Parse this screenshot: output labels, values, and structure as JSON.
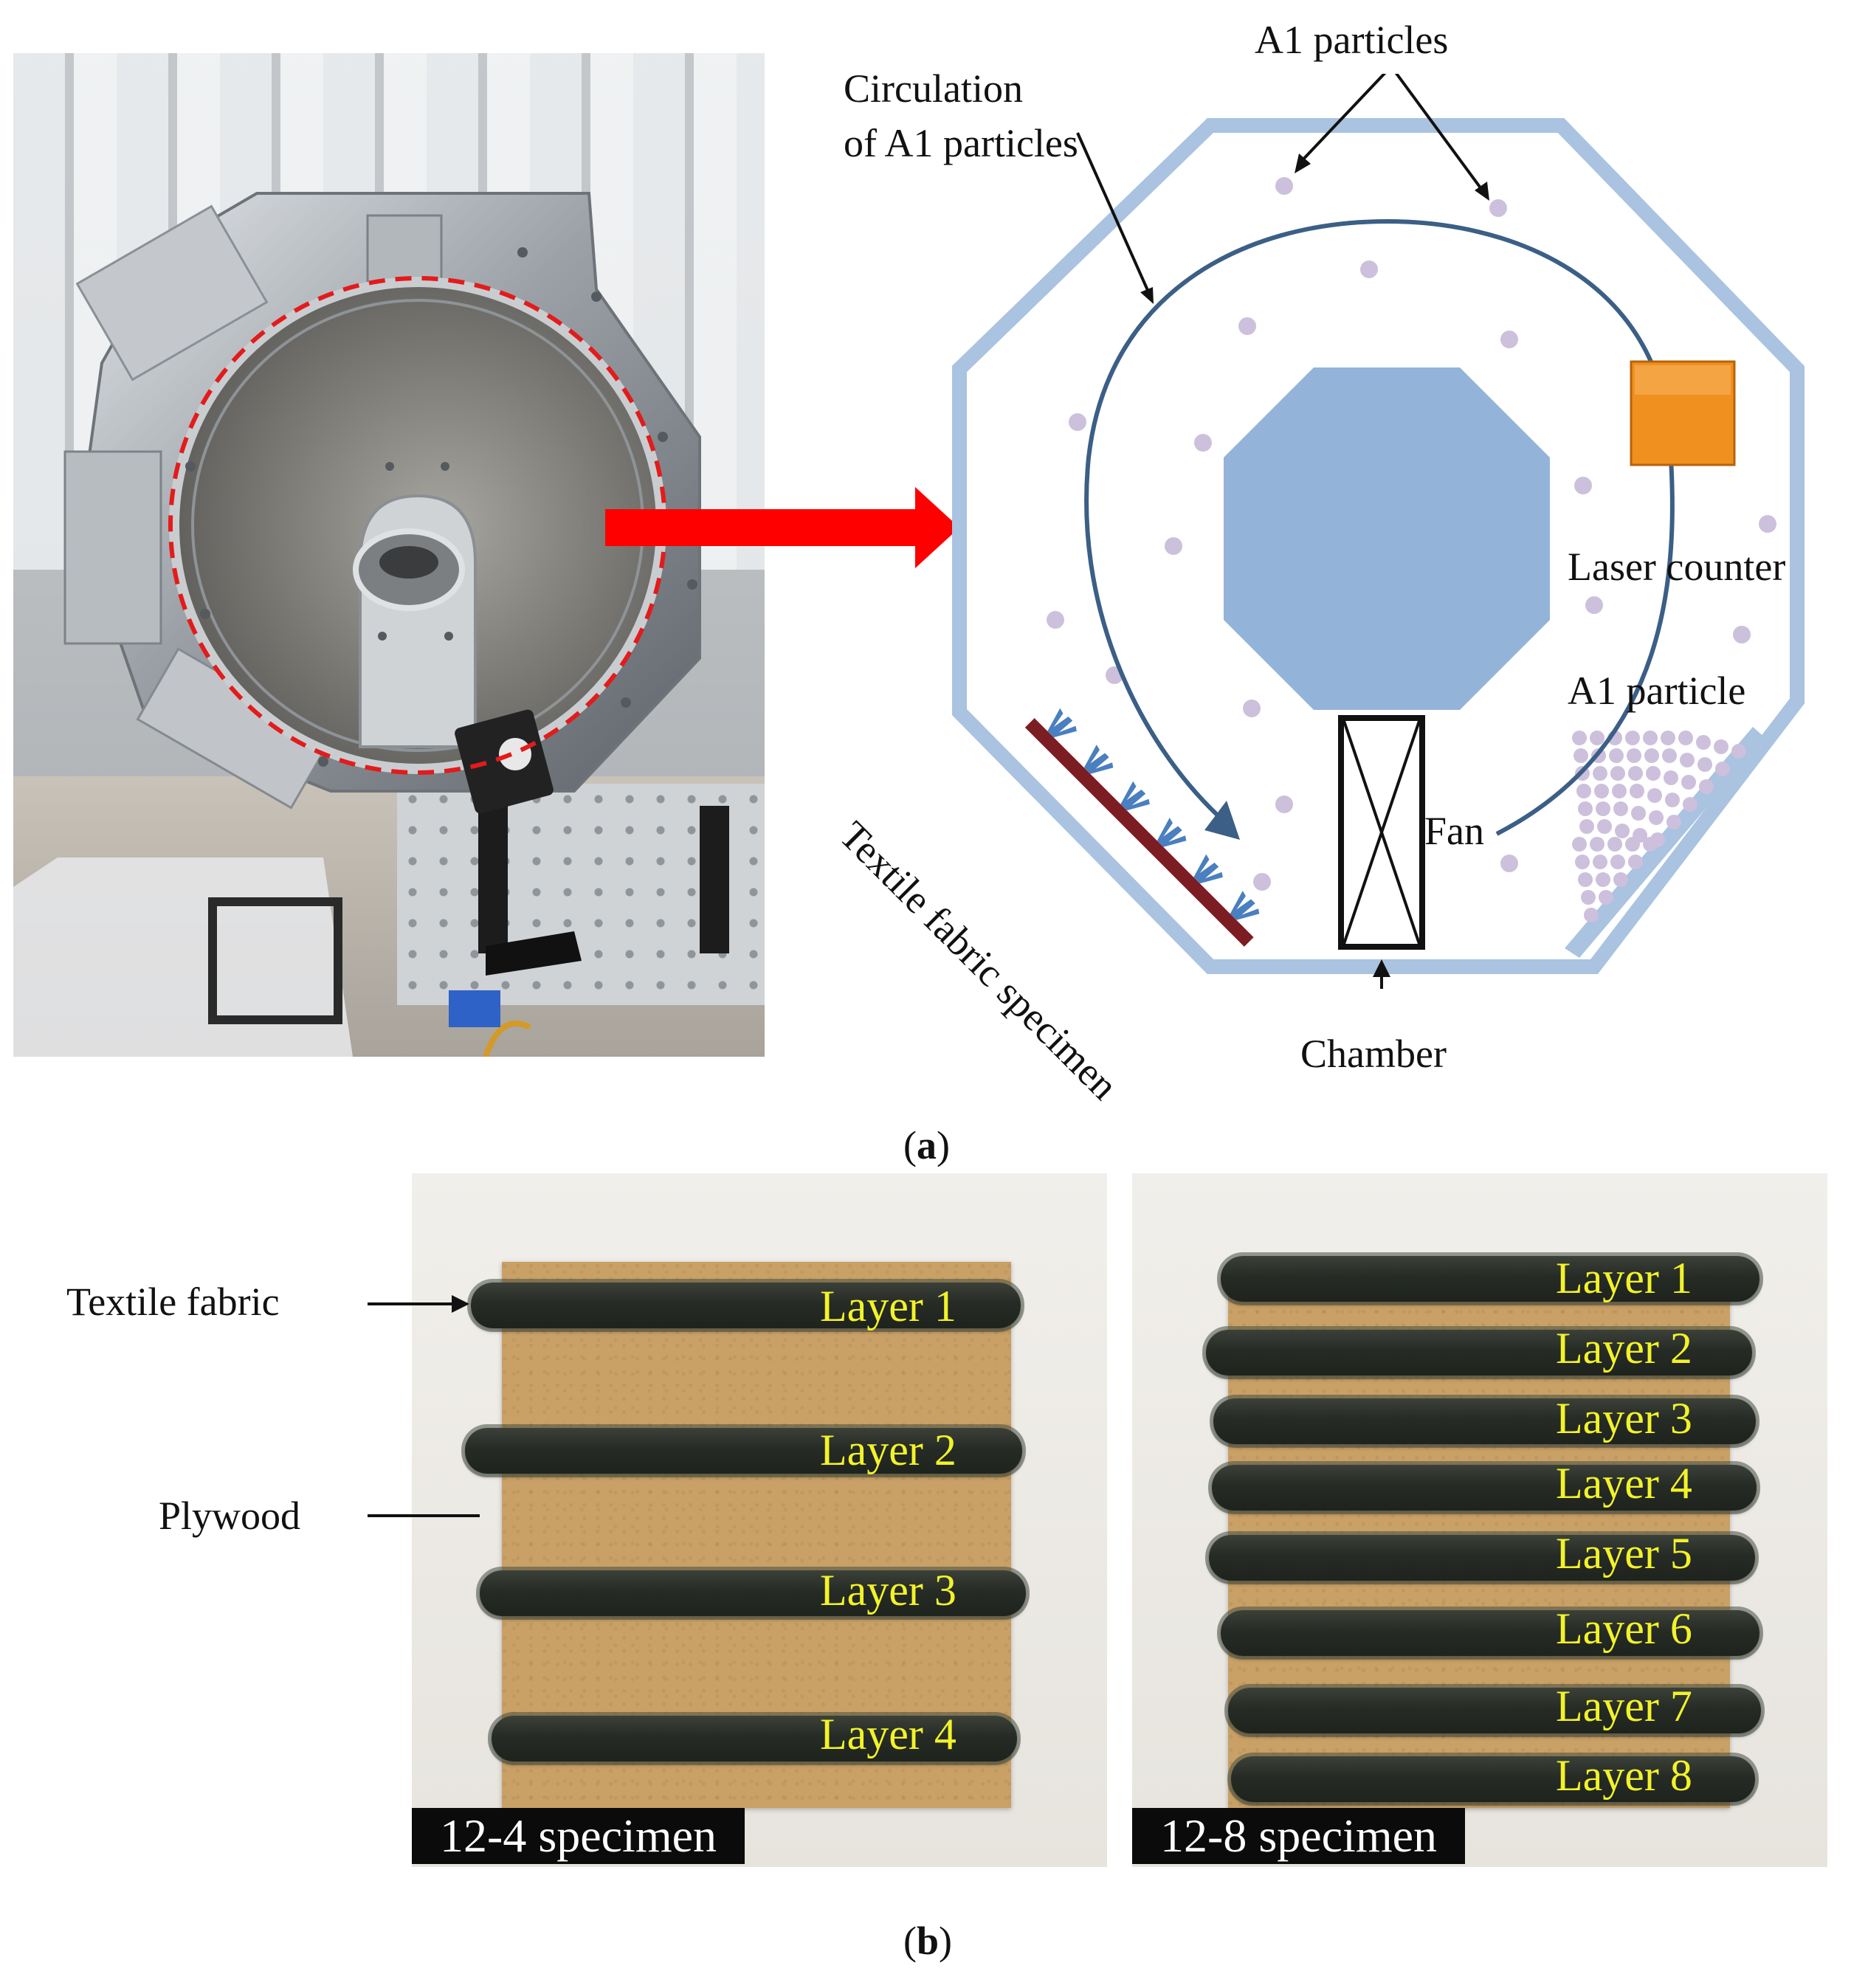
{
  "panel_a": {
    "caption_letter": "a",
    "labels": {
      "a1_particles": "A1 particles",
      "circulation": "Circulation",
      "circulation_line2": "of A1 particles",
      "laser_counter": "Laser counter",
      "a1_particle": "A1 particle",
      "fan": "Fan",
      "chamber": "Chamber",
      "textile_specimen": "Textile fabric specimen"
    },
    "colors": {
      "chamber_wall": "#a9c3e0",
      "core": "#94b3d8",
      "flow_path": "#3b5f86",
      "particle": "#cdc0dc",
      "laser_counter": "#f0901e",
      "specimen_bar": "#7b1d22",
      "fiber": "#4a7fc0",
      "arrow": "#ff0000",
      "highlight_ring": "#e31b1b"
    }
  },
  "panel_b": {
    "caption_letter": "b",
    "labels": {
      "textile_fabric": "Textile fabric",
      "plywood": "Plywood"
    },
    "left_specimen": {
      "tag": "12-4 specimen",
      "layers": [
        "Layer 1",
        "Layer 2",
        "Layer 3",
        "Layer 4"
      ]
    },
    "right_specimen": {
      "tag": "12-8 specimen",
      "layers": [
        "Layer 1",
        "Layer 2",
        "Layer 3",
        "Layer 4",
        "Layer 5",
        "Layer 6",
        "Layer 7",
        "Layer 8"
      ]
    }
  }
}
